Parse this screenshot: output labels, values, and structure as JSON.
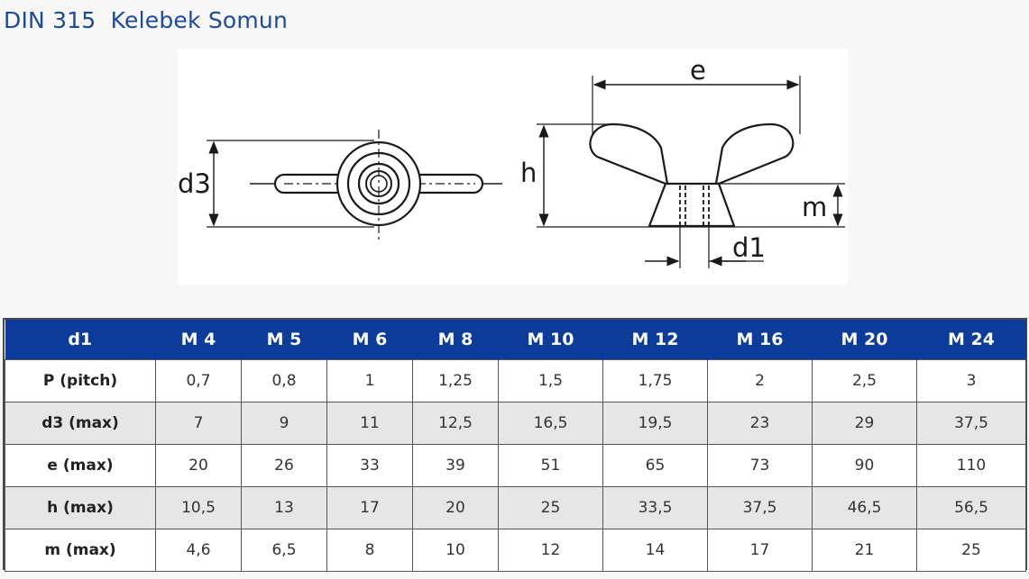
{
  "page": {
    "title": "DIN 315  Kelebek Somun"
  },
  "drawing": {
    "labels": {
      "d3": "d3",
      "e": "e",
      "h": "h",
      "m": "m",
      "d1": "d1"
    }
  },
  "table": {
    "headers": [
      "d1",
      "M 4",
      "M 5",
      "M 6",
      "M 8",
      "M 10",
      "M 12",
      "M 16",
      "M 20",
      "M 24"
    ],
    "rows": [
      {
        "label": "P (pitch)",
        "values": [
          "0,7",
          "0,8",
          "1",
          "1,25",
          "1,5",
          "1,75",
          "2",
          "2,5",
          "3"
        ]
      },
      {
        "label": "d3 (max)",
        "values": [
          "7",
          "9",
          "11",
          "12,5",
          "16,5",
          "19,5",
          "23",
          "29",
          "37,5"
        ]
      },
      {
        "label": "e (max)",
        "values": [
          "20",
          "26",
          "33",
          "39",
          "51",
          "65",
          "73",
          "90",
          "110"
        ]
      },
      {
        "label": "h (max)",
        "values": [
          "10,5",
          "13",
          "17",
          "20",
          "25",
          "33,5",
          "37,5",
          "46,5",
          "56,5"
        ]
      },
      {
        "label": "m (max)",
        "values": [
          "4,6",
          "6,5",
          "8",
          "10",
          "12",
          "14",
          "17",
          "21",
          "25"
        ]
      }
    ]
  },
  "colors": {
    "title": "#1e4a9a",
    "header_bg": "#0b3b9b",
    "header_text": "#ffffff",
    "alt_row": "#e6e6e6"
  }
}
